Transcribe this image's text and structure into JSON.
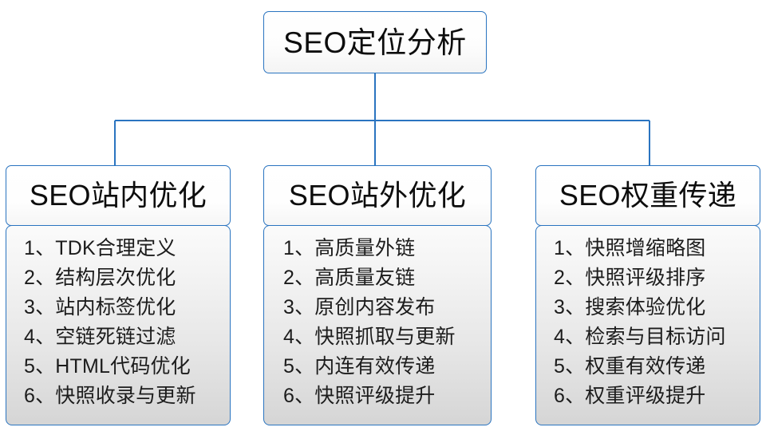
{
  "diagram": {
    "type": "org-tree",
    "root": {
      "label": "SEO定位分析"
    },
    "accent_color": "#2a74c0",
    "text_color": "#0d0d0d",
    "branches": [
      {
        "id": "on-site",
        "header": "SEO站内优化",
        "items": [
          "1、TDK合理定义",
          "2、结构层次优化",
          "3、站内标签优化",
          "4、空链死链过滤",
          "5、HTML代码优化",
          "6、快照收录与更新"
        ]
      },
      {
        "id": "off-site",
        "header": "SEO站外优化",
        "items": [
          "1、高质量外链",
          "2、高质量友链",
          "3、原创内容发布",
          "4、快照抓取与更新",
          "5、内连有效传递",
          "6、快照评级提升"
        ]
      },
      {
        "id": "weight-transfer",
        "header": "SEO权重传递",
        "items": [
          "1、快照增缩略图",
          "2、快照评级排序",
          "3、搜索体验优化",
          "4、检索与目标访问",
          "5、权重有效传递",
          "6、权重评级提升"
        ]
      }
    ]
  }
}
